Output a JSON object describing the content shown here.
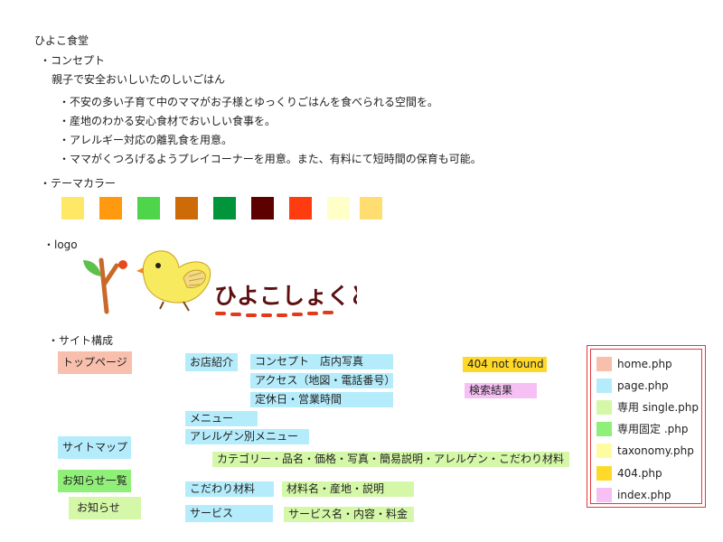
{
  "title": "ひよこ食堂",
  "concept": {
    "heading": "・コンセプト",
    "subtitle": "親子で安全おいしいたのしいごはん",
    "bullets": [
      "・不安の多い子育て中のママがお子様とゆっくりごはんを食べられる空間を。",
      "・産地のわかる安心食材でおいしい食事を。",
      "・アレルギー対応の離乳食を用意。",
      "・ママがくつろげるようプレイコーナーを用意。また、有料にて短時間の保育も可能。"
    ]
  },
  "theme": {
    "heading": "・テーマカラー",
    "colors": [
      "#ffe866",
      "#ff9910",
      "#4fd54a",
      "#cc6b08",
      "#00953a",
      "#5c0000",
      "#ff3c10",
      "#ffffc8",
      "#ffdd70"
    ]
  },
  "logo": {
    "heading": "・logo",
    "text": "ひよこしょくどう",
    "colors": {
      "text": "#5c1010",
      "dashes": "#e53a1a",
      "chick": "#f7ea5e",
      "branch": "#c8692a",
      "leaf": "#5cc04a",
      "berry": "#e8491c"
    }
  },
  "structure": {
    "heading": "・サイト構成",
    "nodes": {
      "top": "トップページ",
      "shop": "お店紹介",
      "concept_photo": "コンセプト　店内写真",
      "access": "アクセス（地図・電話番号）",
      "hours": "定休日・営業時間",
      "menu": "メニュー",
      "allergen_menu": "アレルゲン別メニュー",
      "category": "カテゴリー・品名・価格・写真・簡易説明・アレルゲン・こだわり材料",
      "sitemap": "サイトマップ",
      "news_list": "お知らせ一覧",
      "news": "お知らせ",
      "ingredients": "こだわり材料",
      "ingredients_detail": "材料名・産地・説明",
      "service": "サービス",
      "service_detail": "サービス名・内容・料金",
      "notfound": "404 not found",
      "search": "検索結果"
    }
  },
  "legend": {
    "items": [
      {
        "label": "home.php",
        "color": "#f9bfad"
      },
      {
        "label": "page.php",
        "color": "#b5ecfb"
      },
      {
        "label": "専用 single.php",
        "color": "#d5f8a8"
      },
      {
        "label": "専用固定 .php",
        "color": "#90ef78"
      },
      {
        "label": "taxonomy.php",
        "color": "#fffca0"
      },
      {
        "label": "404.php",
        "color": "#ffd92a"
      },
      {
        "label": "index.php",
        "color": "#f7c0f5"
      }
    ]
  },
  "colors": {
    "home": "#f9bfad",
    "page": "#b5ecfb",
    "single": "#d5f8a8",
    "fixed": "#90ef78",
    "taxonomy": "#fffca0",
    "notfound": "#ffd92a",
    "index": "#f7c0f5",
    "frame": "#e0393e"
  }
}
